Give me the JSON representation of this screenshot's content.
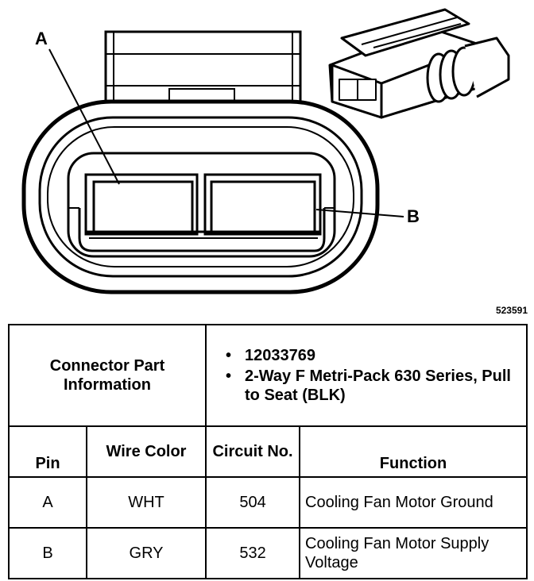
{
  "callouts": {
    "a": "A",
    "b": "B"
  },
  "figure_id": "523591",
  "connector": {
    "label": "Connector Part Information",
    "details": [
      "12033769",
      "2-Way F Metri-Pack 630 Series, Pull to Seat (BLK)"
    ]
  },
  "table": {
    "headers": {
      "pin": "Pin",
      "wire_color": "Wire Color",
      "circuit": "Circuit No.",
      "function": "Function"
    },
    "rows": [
      {
        "pin": "A",
        "wire_color": "WHT",
        "circuit": "504",
        "function": "Cooling Fan Motor Ground"
      },
      {
        "pin": "B",
        "wire_color": "GRY",
        "circuit": "532",
        "function": "Cooling Fan Motor Supply Voltage"
      }
    ]
  }
}
